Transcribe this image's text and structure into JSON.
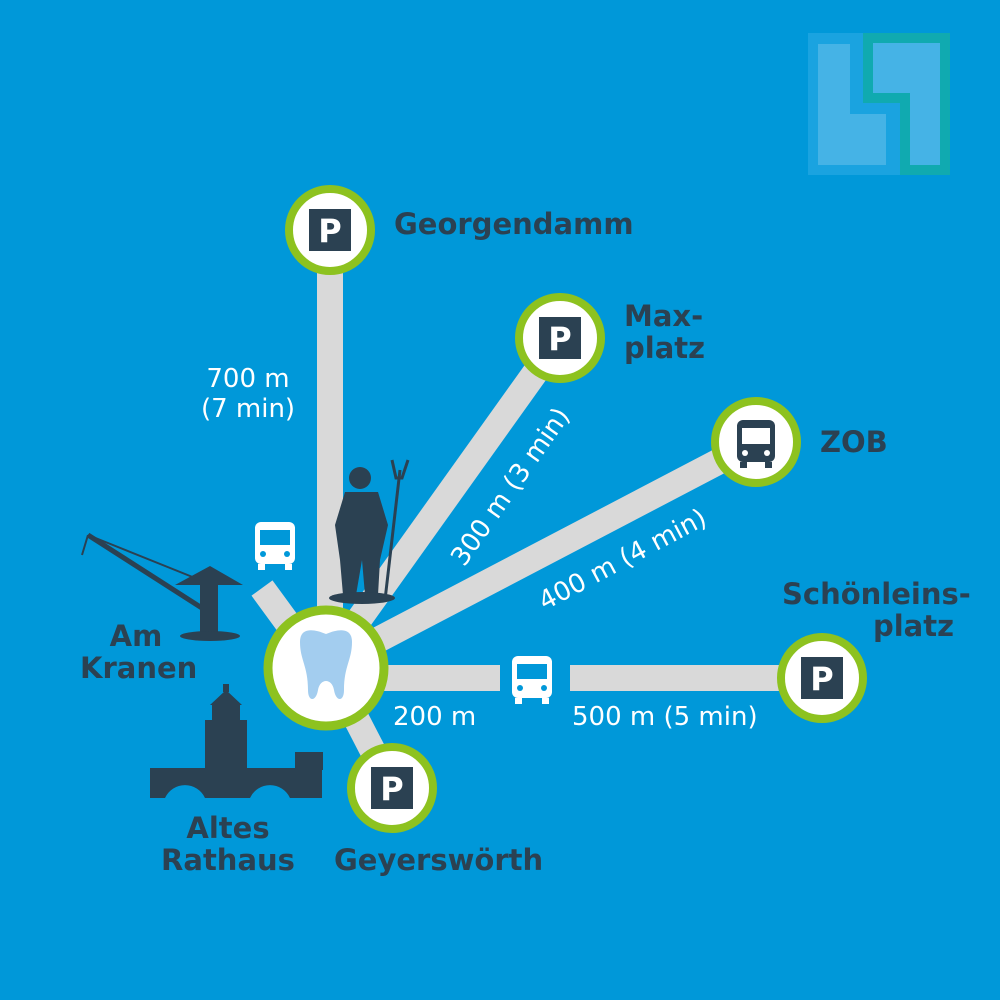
{
  "colors": {
    "background": "#0098d9",
    "road": "#d9d9d9",
    "ring": "#8dc21f",
    "dark": "#2b4152",
    "tooth": "#a3cdef"
  },
  "destinations": [
    {
      "name": "Georgendamm",
      "type": "parking",
      "icon": "parking-icon",
      "distance": "700 m",
      "time": "(7 min)"
    },
    {
      "name_line1": "Max-",
      "name_line2": "platz",
      "type": "parking",
      "icon": "parking-icon",
      "distance": "300 m (3 min)"
    },
    {
      "name": "ZOB",
      "type": "bus",
      "icon": "bus-icon",
      "distance": "400 m (4 min)"
    },
    {
      "name_line1": "Schönleins-",
      "name_line2": "platz",
      "type": "parking",
      "icon": "parking-icon",
      "distance": "500 m (5 min)"
    },
    {
      "name": "Geyerswörth",
      "type": "parking",
      "icon": "parking-icon"
    }
  ],
  "bus_stop_distance": "200 m",
  "landmarks": [
    {
      "line1": "Am",
      "line2": "Kranen",
      "icon": "crane-icon"
    },
    {
      "line1": "Altes",
      "line2": "Rathaus",
      "icon": "town-hall-icon"
    },
    {
      "icon": "neptune-statue-icon"
    }
  ],
  "center": {
    "icon": "tooth-icon"
  },
  "parking_letter": "P"
}
